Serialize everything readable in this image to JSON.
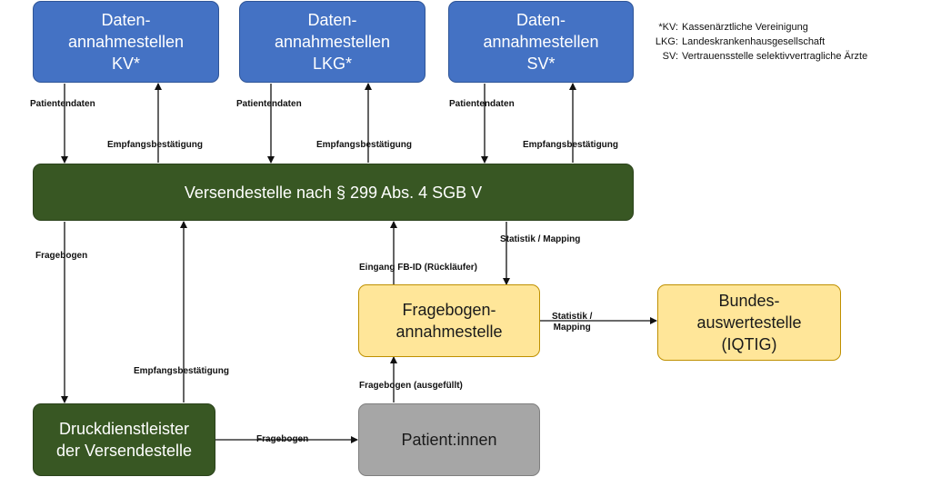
{
  "boxes": {
    "kv": "Daten-\nannahmestellen\nKV*",
    "lkg": "Daten-\nannahmestellen\nLKG*",
    "sv": "Daten-\nannahmestellen\nSV*",
    "versendestelle": "Versendestelle nach § 299 Abs. 4 SGB V",
    "fragebogen_annahmestelle": "Fragebogen-\nannahmestelle",
    "bundesauswertestelle": "Bundes-\nauswertestelle\n(IQTIG)",
    "druckdienstleister": "Druckdienstleister\nder Versendestelle",
    "patienten": "Patient:innen"
  },
  "labels": {
    "patientendaten_kv": "Patientendaten",
    "empfang_kv": "Empfangsbestätigung",
    "patientendaten_lkg": "Patientendaten",
    "empfang_lkg": "Empfangsbestätigung",
    "patientendaten_sv": "Patientendaten",
    "empfang_sv": "Empfangsbestätigung",
    "fragebogen_down": "Fragebogen",
    "empfang_druck": "Empfangsbestätigung",
    "fragebogen_right": "Fragebogen",
    "eingang_fbid": "Eingang FB-ID (Rückläufer)",
    "statistik_mapping_down": "Statistik / Mapping",
    "statistik_mapping_right": "Statistik /\nMapping",
    "fragebogen_ausgefuellt": "Fragebogen (ausgefüllt)"
  },
  "legend": [
    {
      "key": "*KV:",
      "value": "Kassenärztliche Vereinigung"
    },
    {
      "key": "LKG:",
      "value": "Landeskrankenhausgesellschaft"
    },
    {
      "key": "SV:",
      "value": "Vertrauensstelle selektivvertragliche Ärzte"
    }
  ],
  "colors": {
    "blue_box": "#4472C4",
    "green_box": "#385723",
    "yellow_box": "#FFE699",
    "gray_box": "#A6A6A6",
    "arrow": "#111111"
  }
}
